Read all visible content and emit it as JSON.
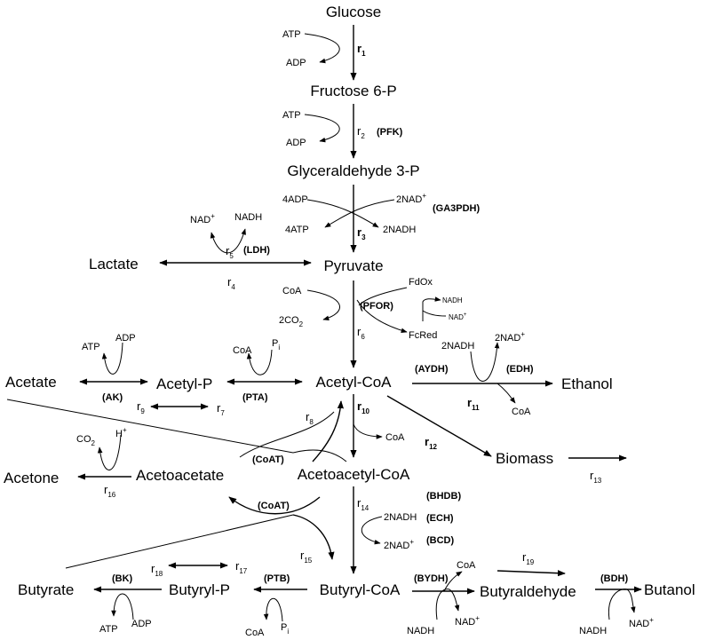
{
  "metabolites": {
    "glucose": "Glucose",
    "fructose": "Fructose 6-P",
    "glyceraldehyde": "Glyceraldehyde 3-P",
    "pyruvate": "Pyruvate",
    "lactate": "Lactate",
    "acetyl_coa": "Acetyl-CoA",
    "acetyl_p": "Acetyl-P",
    "acetate": "Acetate",
    "ethanol": "Ethanol",
    "biomass": "Biomass",
    "acetoacetyl_coa": "Acetoacetyl-CoA",
    "acetoacetate": "Acetoacetate",
    "acetone": "Acetone",
    "butyryl_coa": "Butyryl-CoA",
    "butyryl_p": "Butyryl-P",
    "butyrate": "Butyrate",
    "butyraldehyde": "Butyraldehyde",
    "butanol": "Butanol"
  },
  "enzymes": {
    "pfk": "(PFK)",
    "ga3pdh": "(GA3PDH)",
    "ldh": "(LDH)",
    "pfor": "(PFOR)",
    "aydh": "(AYDH)",
    "edh": "(EDH)",
    "ak": "(AK)",
    "pta": "(PTA)",
    "coat1": "(CoAT)",
    "coat2": "(CoAT)",
    "bhdb": "(BHDB)",
    "ech": "(ECH)",
    "bcd": "(BCD)",
    "bk": "(BK)",
    "ptb": "(PTB)",
    "bydh": "(BYDH)",
    "bdh": "(BDH)"
  },
  "cofactors": {
    "atp_1": "ATP",
    "adp_1": "ADP",
    "atp_2": "ATP",
    "adp_2": "ADP",
    "adp4": "4ADP",
    "atp4": "4ATP",
    "nad2": "2NAD",
    "nadh2": "2NADH",
    "nad_ldh": "NAD",
    "nadh_ldh": "NADH",
    "coa_pfor": "CoA",
    "co2_pfor": "2CO",
    "fdox": "FdOx",
    "fcred": "FcRed",
    "nadh_small": "NADH",
    "nad_small": "NAD",
    "nadh2_eth": "2NADH",
    "nad2_eth": "2NAD",
    "coa_eth": "CoA",
    "atp_ak": "ATP",
    "adp_ak": "ADP",
    "coa_pta": "CoA",
    "pi_pta": "P",
    "coa_r10": "CoA",
    "co2_acetone": "CO",
    "h_acetone": "H",
    "nadh2_bhdb": "2NADH",
    "nad2_bhdb": "2NAD",
    "atp_bk": "ATP",
    "adp_bk": "ADP",
    "coa_ptb": "CoA",
    "pi_ptb": "P",
    "nadh_bydh": "NADH",
    "nad_bydh": "NAD",
    "coa_bydh": "CoA",
    "nadh_bdh": "NADH",
    "nad_bdh": "NAD"
  },
  "marks": {
    "plus": "+",
    "two": "2",
    "i": "i"
  },
  "reactions": {
    "r_letter": "r",
    "n1": "1",
    "n2": "2",
    "n3": "3",
    "n4": "4",
    "n5": "5",
    "n6": "6",
    "n7": "7",
    "n8": "8",
    "n9": "9",
    "n10": "10",
    "n11": "11",
    "n12": "12",
    "n13": "13",
    "n14": "14",
    "n15": "15",
    "n16": "16",
    "n17": "17",
    "n18": "18",
    "n19": "19"
  }
}
